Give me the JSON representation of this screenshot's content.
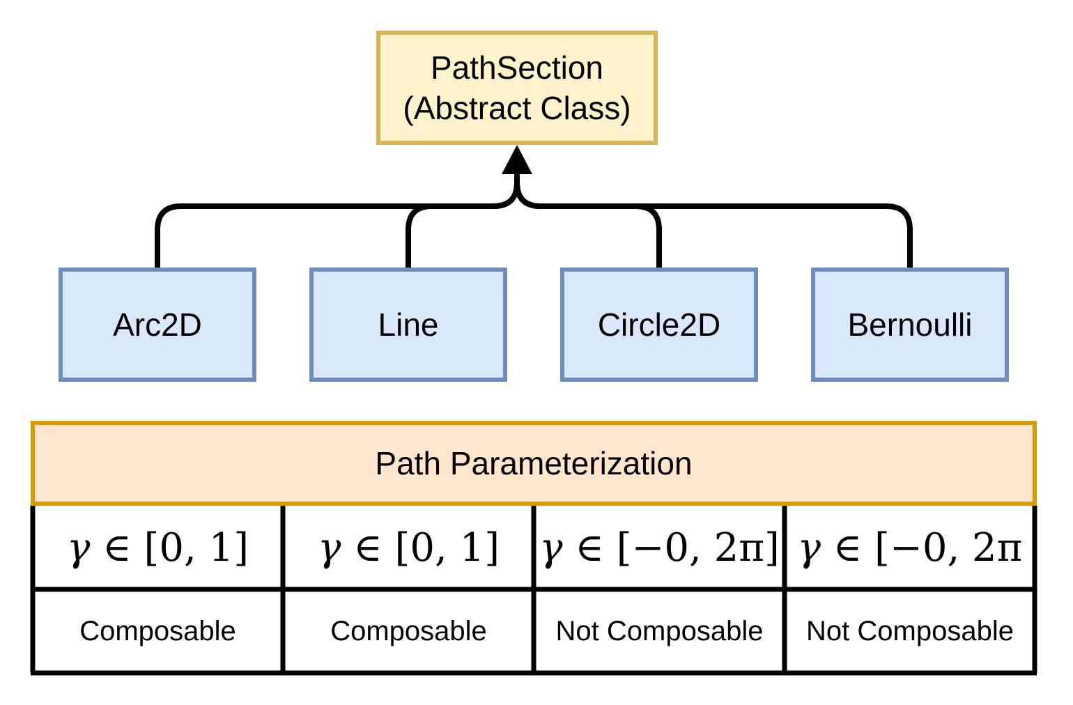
{
  "parent": {
    "line1": "PathSection",
    "line2": "(Abstract Class)"
  },
  "children": [
    {
      "label": "Arc2D"
    },
    {
      "label": "Line"
    },
    {
      "label": "Circle2D"
    },
    {
      "label": "Bernoulli"
    }
  ],
  "table": {
    "header": "Path Parameterization",
    "columns": [
      {
        "range_symbol": "γ",
        "range_rest": "∈ [0, 1]",
        "composability": "Composable"
      },
      {
        "range_symbol": "γ",
        "range_rest": "∈ [0, 1]",
        "composability": "Composable"
      },
      {
        "range_symbol": "γ",
        "range_rest": "∈ [−0, 2π]",
        "composability": "Not Composable"
      },
      {
        "range_symbol": "γ",
        "range_rest": "∈ [−0, 2π",
        "composability": "Not Composable"
      }
    ]
  },
  "colors": {
    "parent_fill": "#fff2cc",
    "parent_stroke": "#d6b656",
    "child_fill": "#dae8fc",
    "child_stroke": "#6c8ebf",
    "header_fill": "#ffe6cc",
    "header_stroke": "#d79b00"
  }
}
